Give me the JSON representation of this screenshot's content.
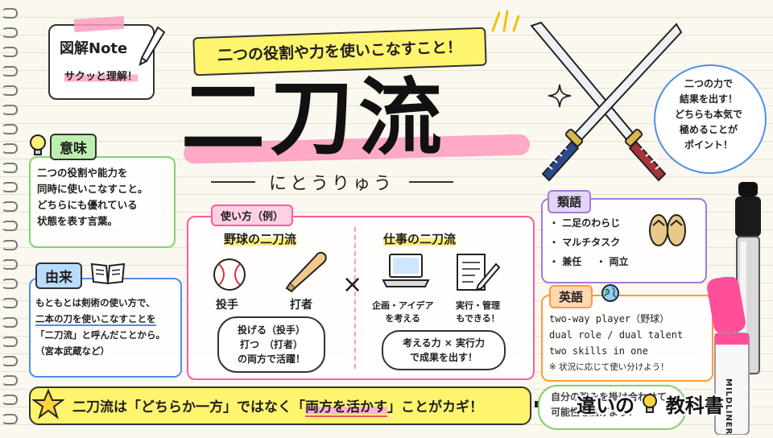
{
  "note_badge": {
    "title": "図解Note",
    "subtitle": "サクッと理解！"
  },
  "banner": "二つの役割や力を使いこなすこと！",
  "main_title": "二刀流",
  "reading": "にとうりゅう",
  "callout": {
    "lines": [
      "二つの力で",
      "結果を出す！",
      "どちらも本気で",
      "極めることが",
      "ポイント！"
    ]
  },
  "meaning": {
    "label": "意味",
    "lines": [
      "二つの役割や能力を",
      "同時に使いこなすこと。",
      "どちらにも優れている",
      "状態を表す言葉。"
    ]
  },
  "origin": {
    "label": "由来",
    "lines": [
      "もともとは剣術の使い方で、",
      "二本の刀を使いこなすことを",
      "「二刀流」と呼んだことから。",
      "（宮本武蔵など）"
    ]
  },
  "usage": {
    "label": "使い方（例）",
    "baseball": {
      "heading": "野球の二刀流",
      "item1": "投手",
      "item2": "打者",
      "times": "×",
      "bubble": [
        "投げる（投手）",
        "打つ　（打者）",
        "の両方で活躍！"
      ]
    },
    "work": {
      "heading": "仕事の二刀流",
      "item1": [
        "企画・アイデア",
        "を考える"
      ],
      "item2": [
        "実行・管理",
        "もできる！"
      ],
      "bubble": [
        "考える力 × 実行力",
        "で成果を出す！"
      ]
    }
  },
  "synonyms": {
    "label": "類語",
    "items": [
      "・ 二足のわらじ",
      "・ マルチタスク",
      "・ 兼任",
      "・ 両立"
    ]
  },
  "english": {
    "label": "英語",
    "items": [
      "two-way player（野球）",
      "dual role / dual talent",
      "two skills in one",
      "※ 状況に応じて使い分けよう！"
    ]
  },
  "footer": {
    "pre": "二刀流は「どちらか一方」ではなく「",
    "highlight": "両方を活かす",
    "post": "」ことがカギ！",
    "right_text": [
      "自分の強みを掛け合わせて",
      "可能性を広げよう！"
    ]
  },
  "logo": {
    "part1": "違いの",
    "part2": "教科書"
  },
  "marker_label": "MILDLINER",
  "colors": {
    "pink": "#ff5c9d",
    "yellow": "#fff07a",
    "green": "#7fd36a",
    "blue": "#4d8fe8",
    "purple": "#a57ad8",
    "orange": "#ff9a3c"
  }
}
